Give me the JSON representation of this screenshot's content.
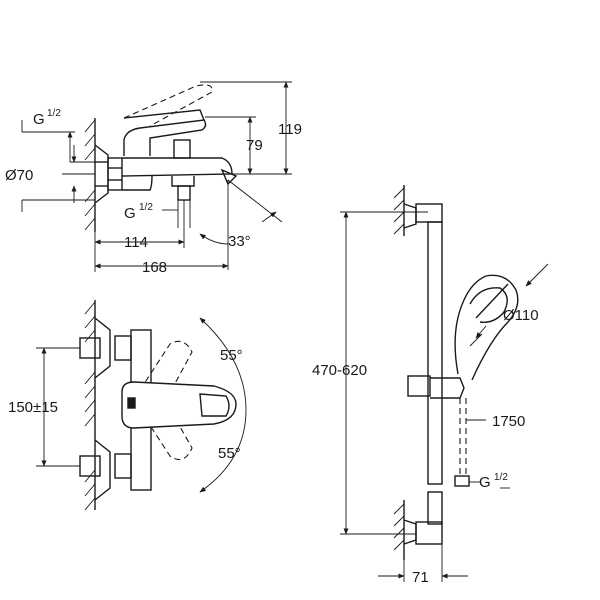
{
  "diagram": {
    "dimensions": {
      "g_half_top": "G",
      "g_half_mid": "G",
      "g_half_shower": "G",
      "half": "1/2",
      "dia_70": "Ø70",
      "d_119": "119",
      "d_79": "79",
      "d_114": "114",
      "d_168": "168",
      "angle_33": "33°",
      "d_150": "150±15",
      "angle_55_top": "55°",
      "angle_55_bottom": "55°",
      "d_470_620": "470-620",
      "dia_110": "Ø110",
      "d_1750": "1750",
      "d_71": "71"
    }
  }
}
